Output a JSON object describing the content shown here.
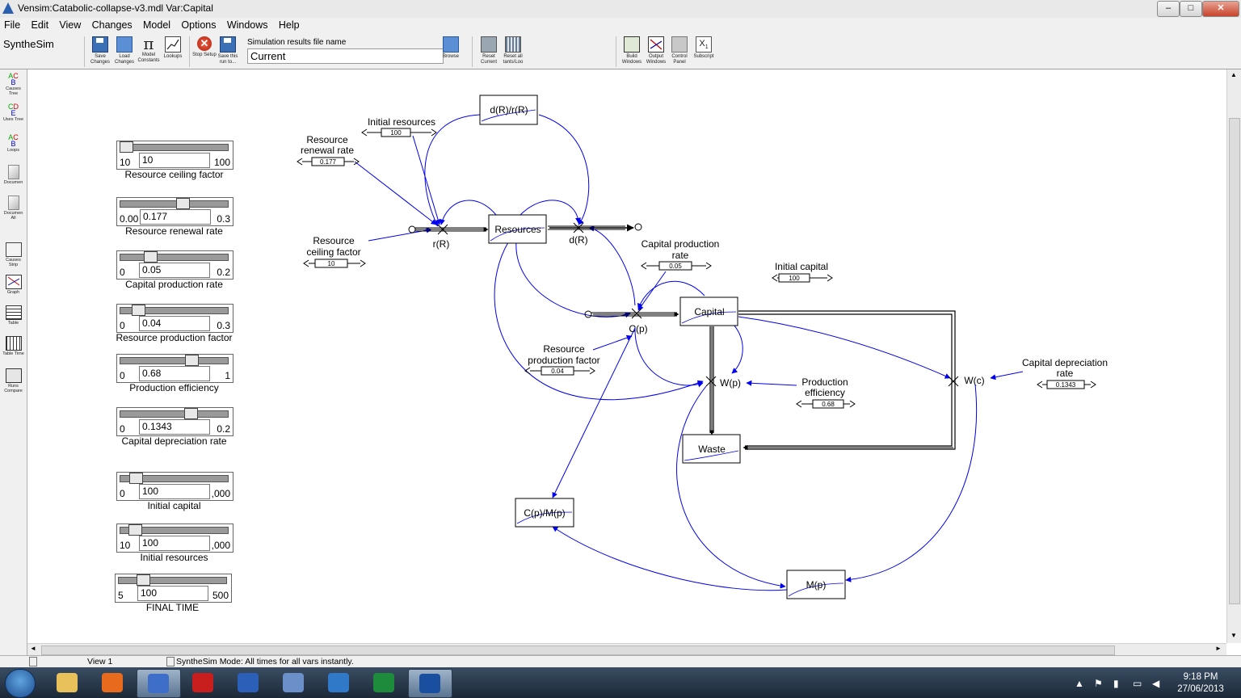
{
  "window": {
    "title": "Vensim:Catabolic-collapse-v3.mdl Var:Capital",
    "buttons": {
      "minimize": "‒",
      "maximize": "□",
      "close": "✕"
    }
  },
  "menu": [
    "File",
    "Edit",
    "View",
    "Changes",
    "Model",
    "Options",
    "Windows",
    "Help"
  ],
  "toolbar": {
    "mode_label": "SyntheSim",
    "buttons": [
      {
        "label": "Save Changes",
        "icon": "save-icon"
      },
      {
        "label": "Load Changes",
        "icon": "folder-icon"
      },
      {
        "label": "Model Constants",
        "icon": "pi-icon"
      },
      {
        "label": "Lookups",
        "icon": "lookup-icon"
      },
      {
        "label": "Stop Setup",
        "icon": "stop-icon"
      },
      {
        "label": "Save this run to...",
        "icon": "save-run-icon"
      },
      {
        "label": "Browse",
        "icon": "browse-icon"
      },
      {
        "label": "Reset Current",
        "icon": "reset-current-icon"
      },
      {
        "label": "Reset all tants/Loo",
        "icon": "reset-all-icon"
      },
      {
        "label": "Build Windows",
        "icon": "build-windows-icon"
      },
      {
        "label": "Output Windows",
        "icon": "output-windows-icon"
      },
      {
        "label": "Control Panel",
        "icon": "control-panel-icon"
      },
      {
        "label": "Subscript",
        "icon": "subscript-icon"
      }
    ],
    "sim_results_label": "Simulation results file name",
    "sim_results_value": "Current"
  },
  "left_tools": [
    {
      "label": "Causes Tree",
      "icon": "causes-tree-icon"
    },
    {
      "label": "Uses Tree",
      "icon": "uses-tree-icon"
    },
    {
      "label": "Loops",
      "icon": "loops-icon"
    },
    {
      "label": "Documen",
      "icon": "document-icon"
    },
    {
      "label": "Documen All",
      "icon": "document-all-icon"
    },
    {
      "label": "Causes Strip",
      "icon": "causes-strip-icon"
    },
    {
      "label": "Graph",
      "icon": "graph-icon"
    },
    {
      "label": "Table",
      "icon": "table-icon"
    },
    {
      "label": "Table Time",
      "icon": "table-time-icon"
    },
    {
      "label": "Runs Compare",
      "icon": "runs-compare-icon"
    }
  ],
  "sliders": [
    {
      "name": "Resource ceiling factor",
      "min": "10",
      "max": "100",
      "value": "10",
      "position": 0.0
    },
    {
      "name": "Resource renewal rate",
      "min": "0.00",
      "max": "0.3",
      "value": "0.177",
      "position": 0.59
    },
    {
      "name": "Capital production rate",
      "min": "0",
      "max": "0.2",
      "value": "0.05",
      "position": 0.25
    },
    {
      "name": "Resource production factor",
      "min": "0",
      "max": "0.3",
      "value": "0.04",
      "position": 0.13
    },
    {
      "name": "Production efficiency",
      "min": "0",
      "max": "1",
      "value": "0.68",
      "position": 0.68
    },
    {
      "name": "Capital depreciation rate",
      "min": "0",
      "max": "0.2",
      "value": "0.1343",
      "position": 0.67
    },
    {
      "name": "Initial capital",
      "min": "0",
      "max": ",000",
      "value": "100",
      "position": 0.1
    },
    {
      "name": "Initial resources",
      "min": "10",
      "max": ",000",
      "value": "100",
      "position": 0.09
    },
    {
      "name": "FINAL TIME",
      "min": "5",
      "max": "500",
      "value": "100",
      "position": 0.19
    }
  ],
  "diagram": {
    "stocks": {
      "resources": "Resources",
      "capital": "Capital",
      "waste": "Waste",
      "drdr": "d(R)/r(R)",
      "cpmp": "C(p)/M(p)",
      "mp": "M(p)"
    },
    "flows": {
      "rR": "r(R)",
      "dR": "d(R)",
      "Cp": "C(p)",
      "Wp": "W(p)",
      "Wc": "W(c)"
    },
    "vars": {
      "initial_resources": {
        "label": "Initial resources",
        "value": "100"
      },
      "renewal_rate": {
        "label1": "Resource",
        "label2": "renewal rate",
        "value": "0.177"
      },
      "ceiling_factor": {
        "label1": "Resource",
        "label2": "ceiling factor",
        "value": "10"
      },
      "cap_prod_rate": {
        "label1": "Capital production",
        "label2": "rate",
        "value": "0.05"
      },
      "initial_capital": {
        "label": "Initial capital",
        "value": "100"
      },
      "res_prod_factor": {
        "label1": "Resource",
        "label2": "production factor",
        "value": "0.04"
      },
      "prod_efficiency": {
        "label1": "Production",
        "label2": "efficiency",
        "value": "0.68"
      },
      "cap_depr_rate": {
        "label1": "Capital depreciation",
        "label2": "rate",
        "value": "0.1343"
      }
    },
    "link_color": "#0000ee"
  },
  "status": {
    "view": "View 1",
    "mode_text": "SyntheSim Mode: All times for all vars instantly."
  },
  "taskbar": {
    "apps": [
      "explorer-icon",
      "firefox-icon",
      "thunderbird-icon",
      "acrobat-icon",
      "word-icon",
      "notepad-icon",
      "ie-icon",
      "excel-icon",
      "vensim-icon"
    ],
    "time": "9:18 PM",
    "date": "27/06/2013"
  }
}
